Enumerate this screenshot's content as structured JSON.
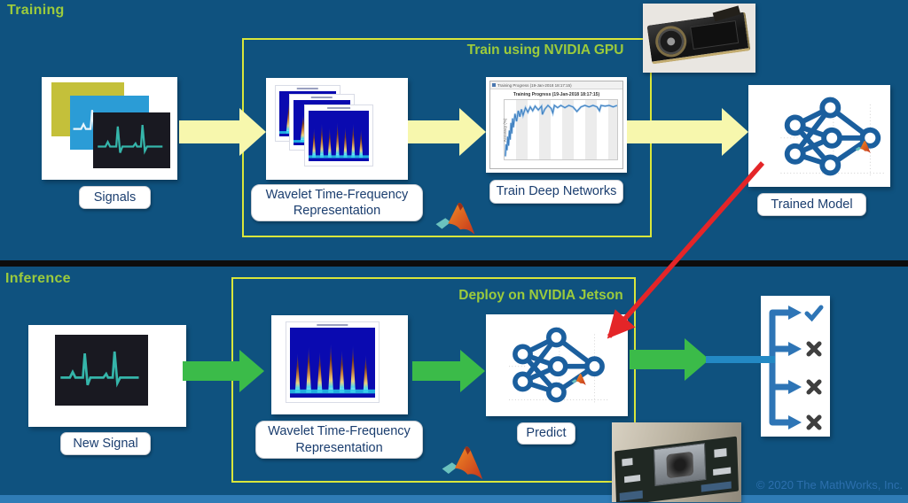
{
  "slide": {
    "copyright": "© 2020 The MathWorks, Inc."
  },
  "training": {
    "section_label": "Training",
    "subtitle": "Train using NVIDIA GPU",
    "signals_label": "Signals",
    "wavelet_label_line1": "Wavelet Time-Frequency",
    "wavelet_label_line2": "Representation",
    "train_networks_label": "Train Deep Networks",
    "trained_model_label": "Trained Model",
    "plot": {
      "type": "line",
      "title": "Training Progress (19-Jan-2018 18:17:15)",
      "ylabel": "Accuracy (%)",
      "description": "Training accuracy curve rising steeply then plateauing near the top of the axis"
    }
  },
  "inference": {
    "section_label": "Inference",
    "subtitle": "Deploy on NVIDIA Jetson",
    "new_signal_label": "New Signal",
    "wavelet_label_line1": "Wavelet Time-Frequency",
    "wavelet_label_line2": "Representation",
    "predict_label": "Predict",
    "results": [
      "correct",
      "incorrect",
      "incorrect",
      "incorrect"
    ]
  },
  "colors": {
    "background": "#0F527F",
    "section_text_green": "#9CCB3C",
    "pipeline_border_yellow": "#D9E63B",
    "arrow_yellow": "#F7F7AD",
    "arrow_green": "#3BBB49",
    "arrow_red": "#E42528",
    "result_arrow_blue": "#2E75B6",
    "label_text_blue": "#1B3E6F",
    "footer_strip_blue": "#2F7CB6",
    "neural_net_blue": "#1B5F9E",
    "scalogram_background": "#0A0AB0"
  }
}
